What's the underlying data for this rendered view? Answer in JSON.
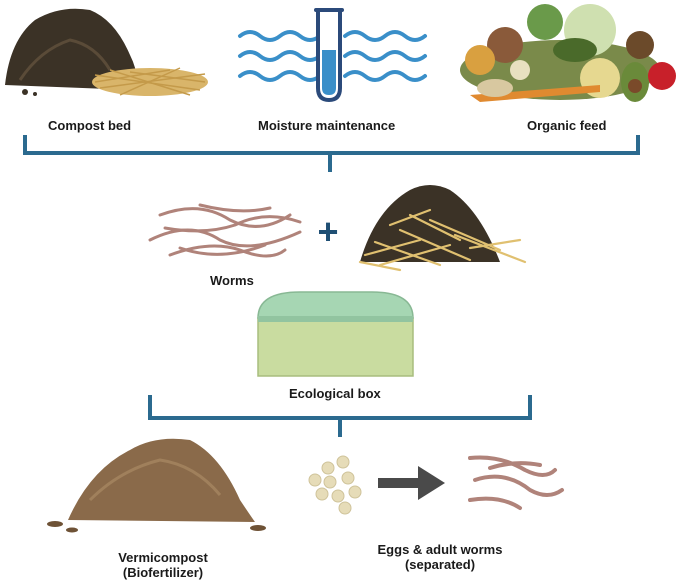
{
  "inputs": {
    "compost_bed": "Compost bed",
    "moisture": "Moisture maintenance",
    "organic_feed": "Organic feed"
  },
  "middle": {
    "worms": "Worms",
    "plus_symbol": "+",
    "ecological_box": "Ecological box"
  },
  "outputs": {
    "vermicompost_line1": "Vermicompost",
    "vermicompost_line2": "(Biofertilizer)",
    "eggs_line1": "Eggs & adult worms",
    "eggs_line2": "(separated)"
  },
  "colors": {
    "bracket": "#2b6a8f",
    "water": "#3a8fc9",
    "soil_dark": "#3b3226",
    "straw": "#d9b56a",
    "worm": "#b0837a",
    "box_body": "#c9dca0",
    "box_lid": "#a6d6b3",
    "vermicompost": "#8a6a4a",
    "egg": "#e6dcb8",
    "arrow": "#4a4a4a"
  }
}
